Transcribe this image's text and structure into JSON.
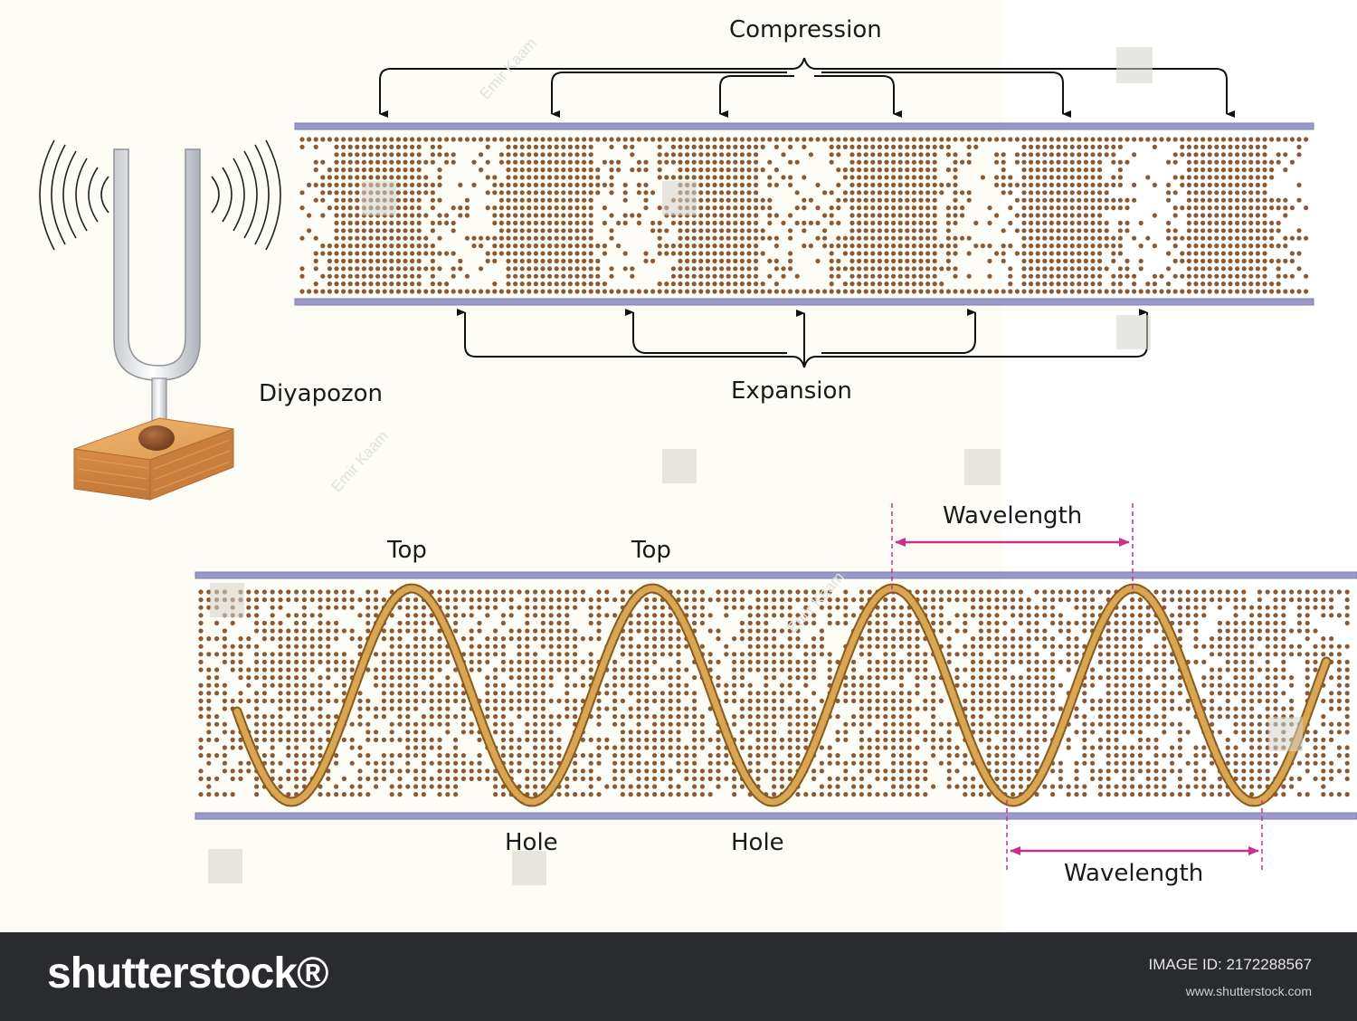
{
  "labels": {
    "compression": "Compression",
    "expansion": "Expansion",
    "tuning_fork": "Diyapozon",
    "top_1": "Top",
    "top_2": "Top",
    "hole_1": "Hole",
    "hole_2": "Hole",
    "wavelength_top": "Wavelength",
    "wavelength_bottom": "Wavelength"
  },
  "watermark": {
    "author_1": "Emir Kaam",
    "author_2": "Emir Kaam",
    "author_3": "Emir Kaam"
  },
  "footer": {
    "brand": "shutterstock®",
    "image_id": "IMAGE ID: 2172288567",
    "site": "www.shutterstock.com"
  },
  "colors": {
    "dot": "#8a5a35",
    "rail": "#9a9ac8",
    "arrow_pink": "#cc2f8a",
    "rope": "#c9963e",
    "wood": "#d48a45"
  }
}
